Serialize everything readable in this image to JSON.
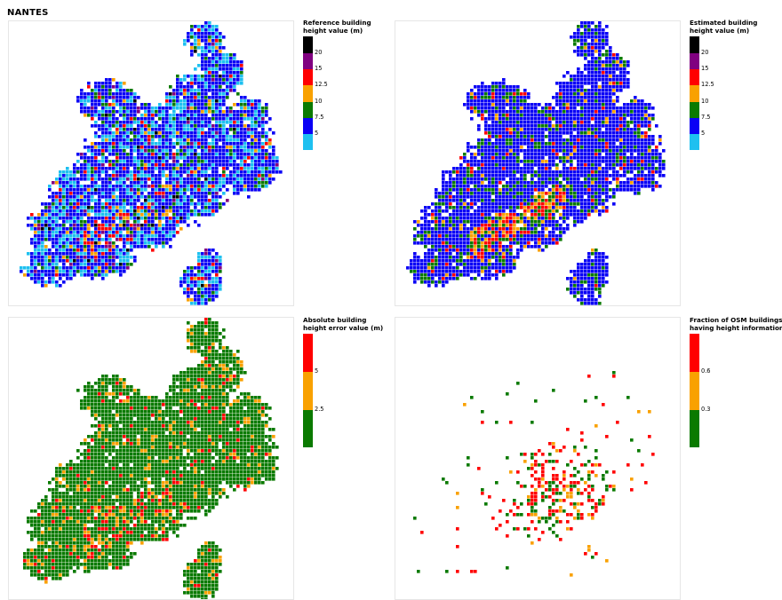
{
  "page": {
    "title": "NANTES"
  },
  "colors": {
    "lightblue": "#1ec0f0",
    "blue": "#0a00f5",
    "green": "#0a7a00",
    "orange": "#f9a100",
    "red": "#ff0000",
    "purple": "#800080",
    "black": "#000000"
  },
  "panels": [
    {
      "id": "reference",
      "legend_title": "Reference building\nheight value (m)",
      "classes": [
        {
          "color": "#1ec0f0"
        },
        {
          "color": "#0a00f5"
        },
        {
          "color": "#0a7a00"
        },
        {
          "color": "#f9a100"
        },
        {
          "color": "#ff0000"
        },
        {
          "color": "#800080"
        },
        {
          "color": "#000000"
        }
      ],
      "ticks": [
        "5",
        "7.5",
        "10",
        "12.5",
        "15",
        "20"
      ],
      "distribution": {
        "lightblue": 0.28,
        "blue": 0.55,
        "green": 0.07,
        "orange": 0.03,
        "red": 0.04,
        "purple": 0.02,
        "black": 0.01
      }
    },
    {
      "id": "estimated",
      "legend_title": "Estimated building\nheight value (m)",
      "classes": [
        {
          "color": "#1ec0f0"
        },
        {
          "color": "#0a00f5"
        },
        {
          "color": "#0a7a00"
        },
        {
          "color": "#f9a100"
        },
        {
          "color": "#ff0000"
        },
        {
          "color": "#800080"
        },
        {
          "color": "#000000"
        }
      ],
      "ticks": [
        "5",
        "7.5",
        "10",
        "12.5",
        "15",
        "20"
      ],
      "distribution": {
        "lightblue": 0.0,
        "blue": 0.78,
        "green": 0.14,
        "orange": 0.04,
        "red": 0.04,
        "purple": 0.0,
        "black": 0.0
      }
    },
    {
      "id": "error",
      "legend_title": "Absolute building\nheight error value (m)",
      "classes": [
        {
          "color": "#0a7a00"
        },
        {
          "color": "#f9a100"
        },
        {
          "color": "#ff0000"
        }
      ],
      "ticks": [
        "2.5",
        "5"
      ],
      "distribution": {
        "green": 0.86,
        "orange": 0.09,
        "red": 0.05
      }
    },
    {
      "id": "fraction",
      "legend_title": "Fraction of OSM buildings\nhaving height information",
      "classes": [
        {
          "color": "#0a7a00"
        },
        {
          "color": "#f9a100"
        },
        {
          "color": "#ff0000"
        }
      ],
      "ticks": [
        "0.3",
        "0.6"
      ],
      "distribution": {
        "green": 0.35,
        "orange": 0.15,
        "red": 0.5
      }
    }
  ]
}
